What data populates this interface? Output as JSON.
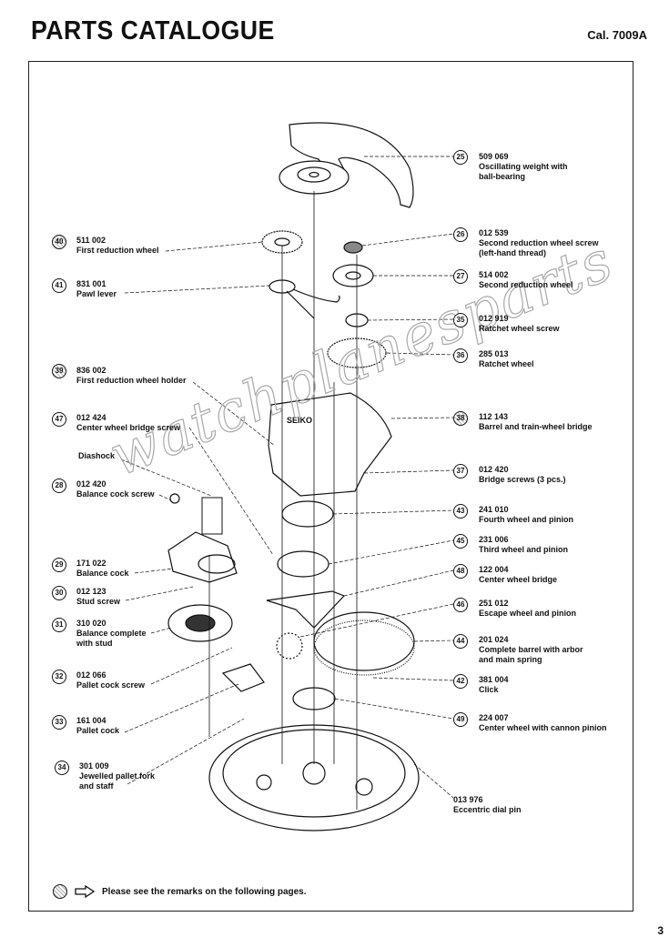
{
  "header": {
    "title": "PARTS CATALOGUE",
    "caliber": "Cal. 7009A"
  },
  "parts_left": [
    {
      "ref": "40",
      "part_no": "511 002",
      "name": "First reduction wheel",
      "marker": "hatched"
    },
    {
      "ref": "41",
      "part_no": "831 001",
      "name": "Pawl lever",
      "marker": "plain"
    },
    {
      "ref": "39",
      "part_no": "836 002",
      "name": "First reduction wheel holder",
      "marker": "hatched"
    },
    {
      "ref": "47",
      "part_no": "012 424",
      "name": "Center wheel bridge screw",
      "marker": "plain"
    },
    {
      "ref": "",
      "part_no": "",
      "name": "Diashock",
      "marker": "none"
    },
    {
      "ref": "28",
      "part_no": "012 420",
      "name": "Balance cock screw",
      "marker": "plain"
    },
    {
      "ref": "29",
      "part_no": "171 022",
      "name": "Balance cock",
      "marker": "plain"
    },
    {
      "ref": "30",
      "part_no": "012 123",
      "name": "Stud screw",
      "marker": "plain"
    },
    {
      "ref": "31",
      "part_no": "310 020",
      "name": "Balance complete with stud",
      "marker": "plain"
    },
    {
      "ref": "32",
      "part_no": "012 066",
      "name": "Pallet cock screw",
      "marker": "plain"
    },
    {
      "ref": "33",
      "part_no": "161 004",
      "name": "Pallet cock",
      "marker": "plain"
    },
    {
      "ref": "34",
      "part_no": "301 009",
      "name": "Jewelled pallet fork and staff",
      "marker": "plain"
    }
  ],
  "parts_right": [
    {
      "ref": "25",
      "part_no": "509 069",
      "name": "Oscillating weight with ball-bearing",
      "marker": "plain"
    },
    {
      "ref": "26",
      "part_no": "012 539",
      "name": "Second reduction wheel screw (left-hand thread)",
      "marker": "plain"
    },
    {
      "ref": "27",
      "part_no": "514 002",
      "name": "Second reduction wheel",
      "marker": "plain"
    },
    {
      "ref": "35",
      "part_no": "012 919",
      "name": "Ratchet wheel screw",
      "marker": "plain"
    },
    {
      "ref": "36",
      "part_no": "285 013",
      "name": "Ratchet wheel",
      "marker": "plain"
    },
    {
      "ref": "38",
      "part_no": "112 143",
      "name": "Barrel and train-wheel bridge",
      "marker": "plain"
    },
    {
      "ref": "37",
      "part_no": "012 420",
      "name": "Bridge screws (3 pcs.)",
      "marker": "plain"
    },
    {
      "ref": "43",
      "part_no": "241 010",
      "name": "Fourth wheel and pinion",
      "marker": "plain"
    },
    {
      "ref": "45",
      "part_no": "231 006",
      "name": "Third wheel and pinion",
      "marker": "plain"
    },
    {
      "ref": "48",
      "part_no": "122 004",
      "name": "Center wheel bridge",
      "marker": "plain"
    },
    {
      "ref": "46",
      "part_no": "251 012",
      "name": "Escape wheel and pinion",
      "marker": "plain"
    },
    {
      "ref": "44",
      "part_no": "201 024",
      "name": "Complete barrel with arbor and main spring",
      "marker": "plain"
    },
    {
      "ref": "42",
      "part_no": "381 004",
      "name": "Click",
      "marker": "plain"
    },
    {
      "ref": "49",
      "part_no": "224 007",
      "name": "Center wheel with cannon pinion",
      "marker": "plain"
    },
    {
      "ref": "",
      "part_no": "013 976",
      "name": "Eccentric dial pin",
      "marker": "none"
    }
  ],
  "diagram": {
    "bridge_engraving": "SEIKO"
  },
  "watermark": "watchplanesparts",
  "footer": {
    "note": "Please see the remarks on the following pages.",
    "icons": [
      "hatched-circle-icon",
      "arrow-right-icon"
    ]
  },
  "page_number": "3"
}
